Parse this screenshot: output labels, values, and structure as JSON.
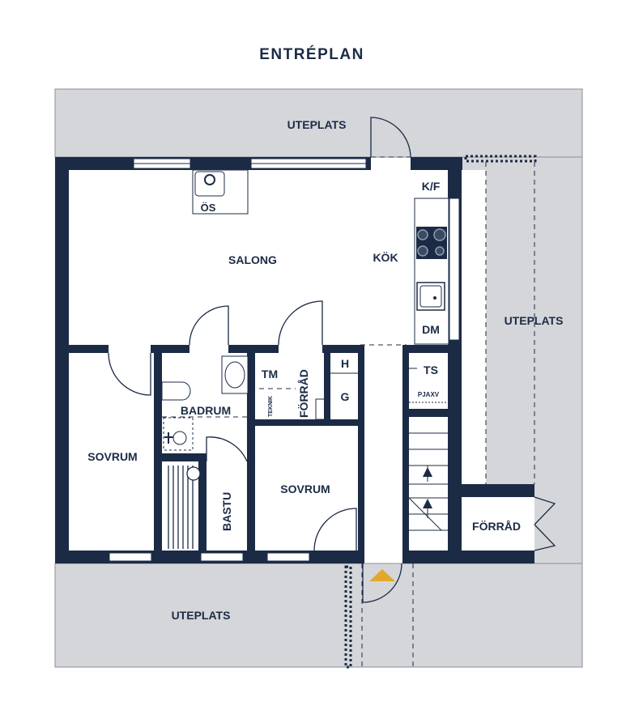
{
  "plan": {
    "title": "ENTRÉPLAN",
    "colors": {
      "wall": "#1c2b45",
      "patio": "#d4d6d9",
      "floor": "#ffffff",
      "entrance": "#e1a82c"
    },
    "labels": {
      "uteplats_top": "UTEPLATS",
      "uteplats_right": "UTEPLATS",
      "uteplats_bottom": "UTEPLATS",
      "os": "ÖS",
      "salong": "SALONG",
      "kok": "KÖK",
      "kf": "K/F",
      "dm": "DM",
      "tm": "TM",
      "teknik": "TEKNIK",
      "forrad_inner": "FÖRRÅD",
      "h": "H",
      "g": "G",
      "ts": "TS",
      "pjaxv": "PJAXV",
      "badrum": "BADRUM",
      "sovrum_left": "SOVRUM",
      "bastu": "BASTU",
      "sovrum_mid": "SOVRUM",
      "forrad_outer": "FÖRRÅD"
    },
    "icons": [
      "stove-icon",
      "sink-icon",
      "toilet-icon",
      "washbasin-icon",
      "shower-icon",
      "stairs-up-arrow-icon",
      "entrance-marker-icon"
    ]
  }
}
